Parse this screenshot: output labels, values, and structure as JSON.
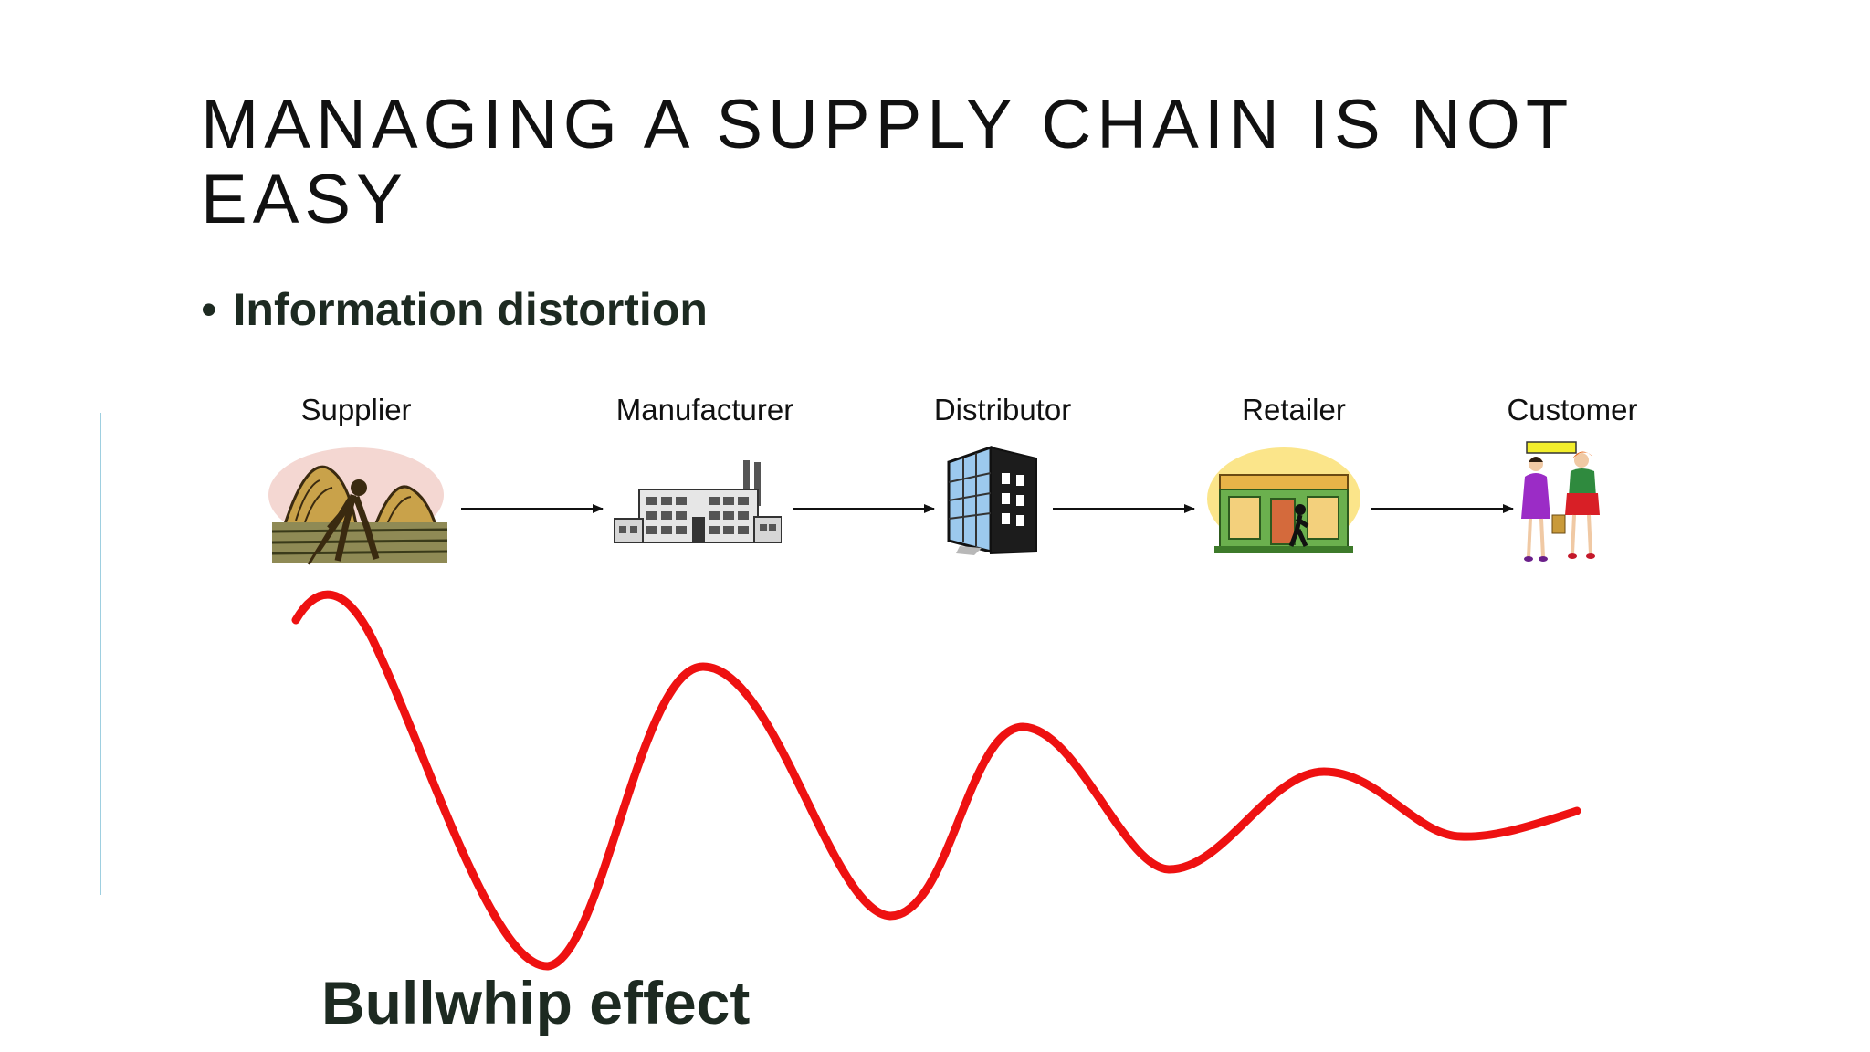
{
  "slide": {
    "title": "MANAGING A SUPPLY CHAIN IS NOT EASY",
    "bullet": "Information distortion",
    "effect_label": "Bullwhip effect"
  },
  "stages": [
    {
      "label": "Supplier",
      "icon": "farmer-icon"
    },
    {
      "label": "Manufacturer",
      "icon": "factory-icon"
    },
    {
      "label": "Distributor",
      "icon": "office-building-icon"
    },
    {
      "label": "Retailer",
      "icon": "storefront-icon"
    },
    {
      "label": "Customer",
      "icon": "shoppers-icon"
    }
  ],
  "colors": {
    "wave": "#ee1111",
    "accent_line": "#9ecfe0",
    "title": "#111111",
    "bullet_text": "#1d2a21"
  }
}
